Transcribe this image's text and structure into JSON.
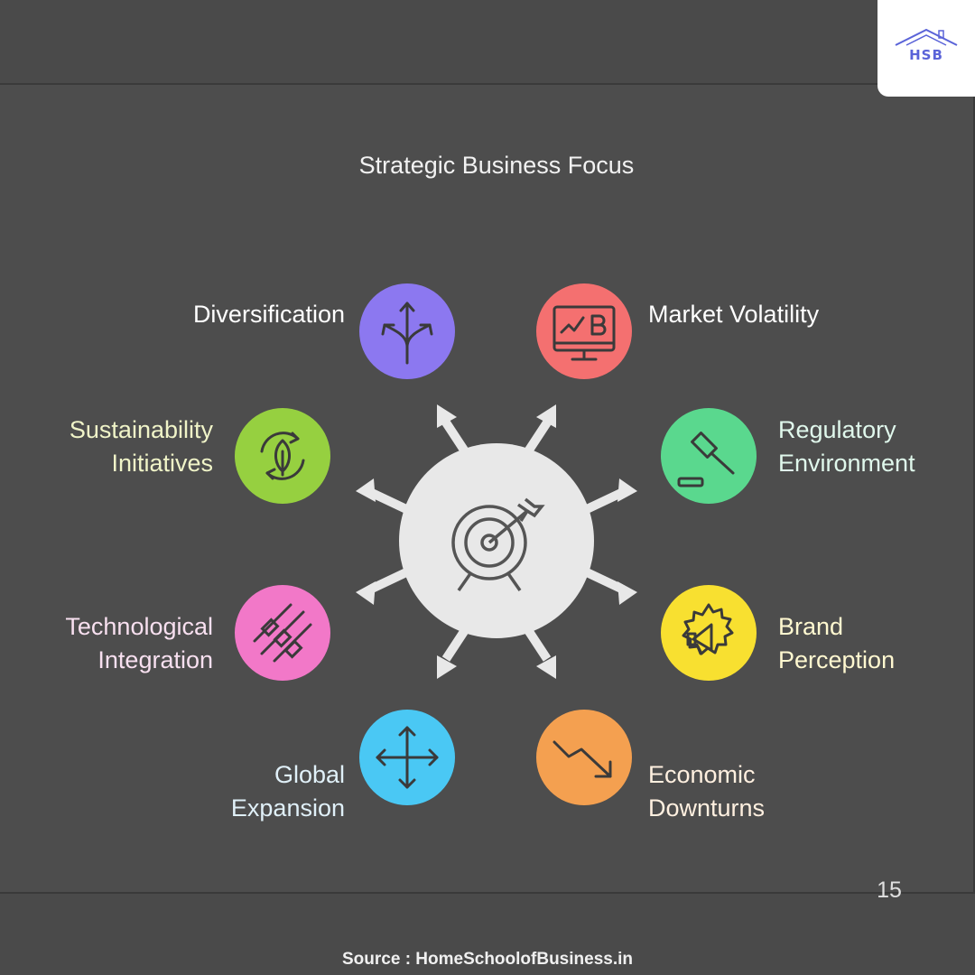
{
  "logo": {
    "text": "HSB",
    "color": "#5a63d8"
  },
  "title": "Strategic Business Focus",
  "center_icon": "target-arrow-icon",
  "items": {
    "diversification": {
      "lines": [
        "Diversification"
      ],
      "color": "#8c78f0",
      "icon": "split-arrows-icon"
    },
    "sustainability": {
      "lines": [
        "Sustainability",
        "Initiatives"
      ],
      "color": "#96d040",
      "icon": "recycle-leaf-icon"
    },
    "technological": {
      "lines": [
        "Technological",
        "Integration"
      ],
      "color": "#f278c8",
      "icon": "connectors-icon"
    },
    "global": {
      "lines": [
        "Global",
        "Expansion"
      ],
      "color": "#4ac8f4",
      "icon": "four-way-arrows-icon"
    },
    "market": {
      "lines": [
        "Market Volatility"
      ],
      "color": "#f47070",
      "icon": "monitor-bitcoin-icon"
    },
    "regulatory": {
      "lines": [
        "Regulatory",
        "Environment"
      ],
      "color": "#5ad88e",
      "icon": "gavel-icon"
    },
    "brand": {
      "lines": [
        "Brand",
        "Perception"
      ],
      "color": "#f8e030",
      "icon": "megaphone-icon"
    },
    "economic": {
      "lines": [
        "Economic",
        "Downturns"
      ],
      "color": "#f4a050",
      "icon": "trend-down-icon"
    }
  },
  "label_colors": {
    "sustainability": "#f0f4c8",
    "technological": "#f8e0f0",
    "global": "#e0f0f8",
    "regulatory": "#e0f8ec",
    "brand": "#fff8d0",
    "economic": "#fff0e0"
  },
  "page_number": "15",
  "source": "Source : HomeSchoolofBusiness.in"
}
